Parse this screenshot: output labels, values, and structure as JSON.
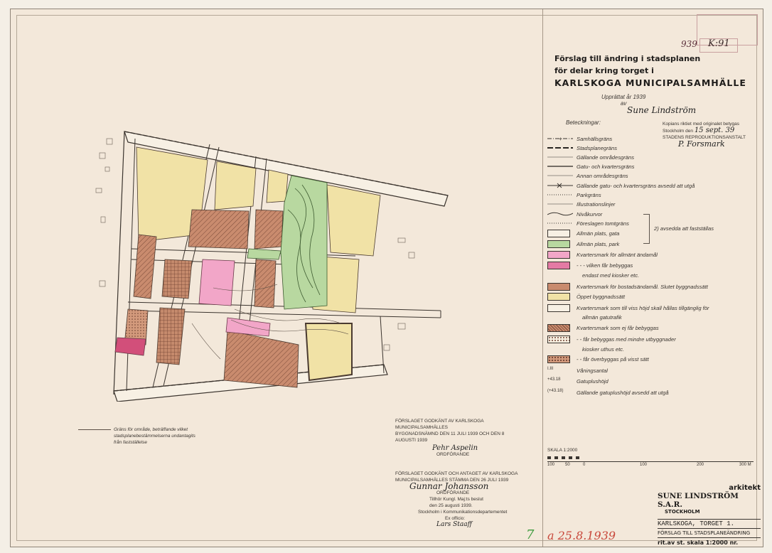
{
  "stamps": {
    "top_right_1": "939",
    "top_right_2": "K:91"
  },
  "title": {
    "line1": "Förslag till ändring i stadsplanen",
    "line2": "för delar kring torget i",
    "line3": "KARLSKOGA MUNICIPALSAMHÄLLE"
  },
  "upprattat": {
    "line1": "Upprättat år 1939",
    "line2": "av",
    "signature": "Sune Lindström"
  },
  "copy_note": {
    "line1": "Kopians riktiet med originalet betygas",
    "line2": "Stockholm den",
    "date": "15 sept. 39",
    "line3": "STADENS REPRODUKTIONSANSTALT",
    "signature": "P. Forsmark"
  },
  "legend": {
    "heading": "Beteckningar:",
    "items": [
      {
        "icon": "line-dash-dot-plus",
        "text": "Samhällsgräns"
      },
      {
        "icon": "line-thick-dash",
        "text": "Stadsplanegräns"
      },
      {
        "icon": "line-thin",
        "text": "Gällande områdesgräns"
      },
      {
        "icon": "line-solid",
        "text": "Gatu- och kvartersgräns"
      },
      {
        "icon": "line-thin",
        "text": "Annan områdesgräns"
      },
      {
        "icon": "line-cross",
        "text": "Gällande gatu- och kvartersgräns avsedd att utgå"
      },
      {
        "icon": "line-dotted",
        "text": "Parkgräns"
      },
      {
        "icon": "line-thin",
        "text": "Illustrationslinjer"
      },
      {
        "icon": "line-wave",
        "text": "Nivåkurvor"
      },
      {
        "icon": "line-dotted",
        "text": "Föreslagen tomtgräns"
      },
      {
        "icon": "swatch-cream",
        "text": "Allmän plats, gata"
      },
      {
        "icon": "swatch-green",
        "text": "Allmän plats, park"
      },
      {
        "icon": "swatch-pink-a",
        "text": "Kvartersmark för allmänt ändamål"
      },
      {
        "icon": "swatch-pink-b",
        "text": "- - - vilken får bebyggas"
      },
      {
        "icon": "none",
        "text": "endast med kiosker etc."
      },
      {
        "icon": "swatch-bs",
        "text": "Kvartersmark för bostadsändamål. Slutet byggnadssätt"
      },
      {
        "icon": "swatch-bo",
        "text": "Öppet byggnadssätt"
      },
      {
        "icon": "swatch-x",
        "text": "Kvartersmark som till viss höjd skall hållas tillgänglig för"
      },
      {
        "icon": "none",
        "text": "allmän gatutrafik"
      },
      {
        "icon": "swatch-hatch",
        "text": "Kvartersmark som ej får bebyggas"
      },
      {
        "icon": "swatch-dots",
        "text": "- - får bebyggas med mindre utbyggnader"
      },
      {
        "icon": "none",
        "text": "kiosker uthus etc."
      },
      {
        "icon": "swatch-cross",
        "text": "- - får överbyggas på visst sätt"
      },
      {
        "icon": "text-code",
        "code": "I.III",
        "text": "Våningsantal"
      },
      {
        "icon": "text-code",
        "code": "+43.18",
        "text": "Gatuplushöjd"
      },
      {
        "icon": "text-code",
        "code": "(+43.18)",
        "text": "Gällande gatuplushöjd avsedd att utgå"
      }
    ],
    "bracket_note": "2) avsedda att fastställas"
  },
  "left_note": {
    "line1": "Gräns för område, beträffande vilket",
    "line2": "stadsplanebestämmelserna undantagits",
    "line3": "från fastställelse"
  },
  "approval_1": {
    "line1": "FÖRSLAGET GODKÄNT AV KARLSKOGA MUNICIPALSAMHÄLLES",
    "line2": "BYGGNADSNÄMND DEN 11 JULI 1939 OCH DEN 8 AUGUSTI 1939",
    "signature": "Pehr Aspelin",
    "role": "ORDFÖRANDE"
  },
  "approval_2": {
    "line1": "FÖRSLAGET GODKÄNT OCH ANTAGET AV KARLSKOGA",
    "line2": "MUNICIPALSAMHÄLLES STÄMMA DEN 26 JULI 1939",
    "signature": "Gunnar Johansson",
    "role": "ORDFÖRANDE",
    "line3": "Tillhör Kungl. Maj:ts beslut",
    "line4": "den 25 augusti 1939.",
    "line5": "Stockholm i Kommunikationsdepartementet",
    "line6": "Ex officio:",
    "signature2": "Lars Staaff"
  },
  "handwritten": {
    "green_number": "7",
    "red_date": "a 25.8.1939"
  },
  "scale": {
    "label": "SKALA 1:2000",
    "ticks": [
      "100",
      "50",
      "0",
      "100",
      "200",
      "300 M"
    ]
  },
  "architect": {
    "role": "arkitekt",
    "name": "SUNE LINDSTRÖM S.A.R.",
    "city": "STOCKHOLM",
    "project": "KARLSKOGA, TORGET 1.",
    "desc": "FÖRSLAG TILL STADSPLANEÄNDRING",
    "footer": "rit.av st. skala 1:2000 nr."
  },
  "colors": {
    "paper": "#f3e8da",
    "residential": "#f1e2a6",
    "brown": "#c98b6e",
    "green": "#b8d8a0",
    "pink": "#f2a6c8",
    "road": "#f7f0e4"
  }
}
